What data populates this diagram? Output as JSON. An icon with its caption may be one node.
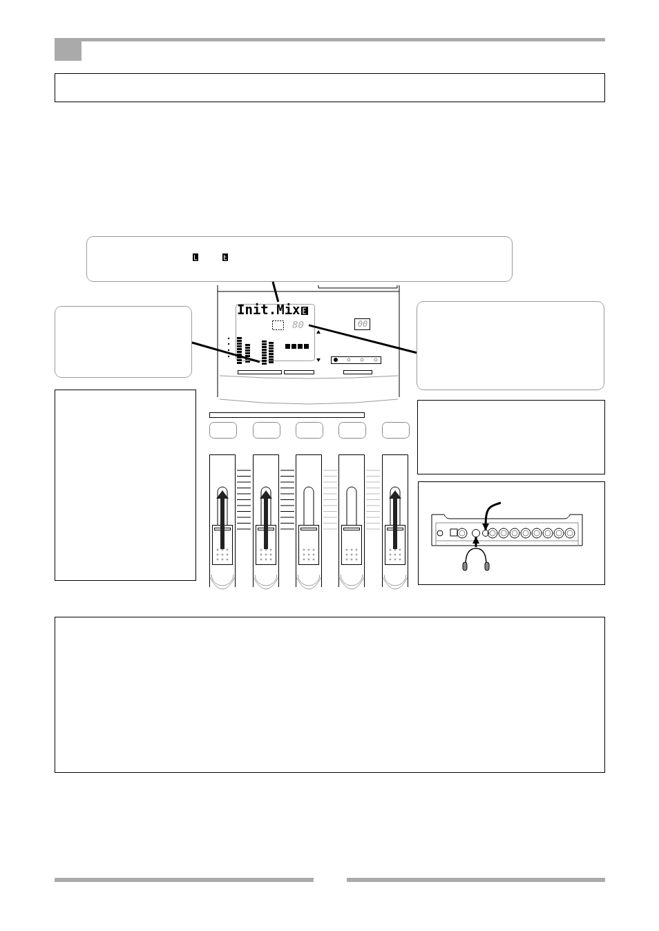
{
  "diagram": {
    "nodes": [
      {
        "text": [],
        "shape": "box"
      },
      {
        "text": [],
        "shape": "box"
      },
      {
        "text": [],
        "shape": "box"
      },
      {
        "text": [
          "Init.Mix"
        ]
      },
      {
        "text": [],
        "shape": "bar"
      },
      {
        "text": [
          "80"
        ]
      },
      {
        "text": [],
        "shape": "picture"
      },
      {
        "text": [],
        "shape": "circle",
        "in": 6
      },
      {
        "text": [],
        "shape": "picture"
      },
      {
        "text": [],
        "shape": "circle",
        "in": 6
      }
    ],
    "edges": [
      {
        "from": 0,
        "to": 3,
        "arrow": "none"
      },
      {
        "from": 1,
        "to": 4,
        "arrow": "none"
      },
      {
        "from": 2,
        "to": 5,
        "arrow": "none"
      },
      {
        "from": 8,
        "to": 7,
        "arrow": "to"
      },
      {
        "from": null,
        "to": 9,
        "arrow": "to"
      }
    ],
    "labels": [
      "00"
    ]
  }
}
